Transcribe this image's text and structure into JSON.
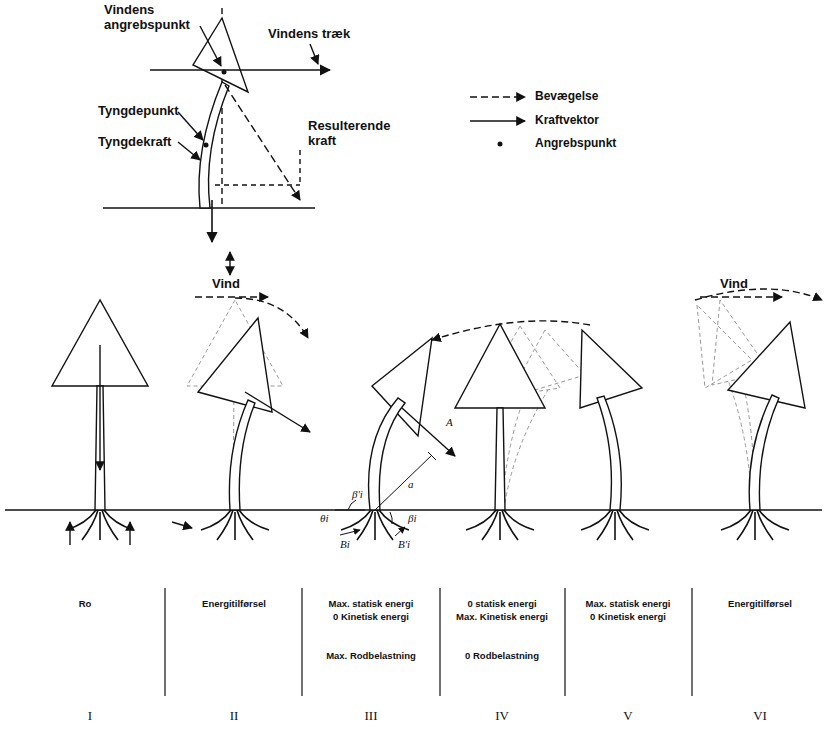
{
  "diagram": {
    "labels": [
      "Vindens angrebspunkt",
      "Vindens træk",
      "Tyngdepunkt",
      "Resulterende kraft",
      "Tyngdekraft",
      "Vind",
      "Vind",
      "Ro",
      "Energitilførsel",
      "Max. statisk energi",
      "0 Kinetisk energi",
      "Max. Rodbelastning",
      "0 statisk energi",
      "Max. Kinetisk energi",
      "0 Rodbelastning",
      "Max. statisk energi",
      "0 Kinetisk energi",
      "Energitilførsel",
      "I",
      "II",
      "III",
      "IV",
      "V",
      "VI",
      "A",
      "a",
      "β'i",
      "θi",
      "βi",
      "Bi",
      "B'i"
    ],
    "legend": [
      {
        "text": "Bevægelse"
      },
      {
        "text": "Kraftvektor"
      },
      {
        "text": "Angrebspunkt"
      }
    ]
  }
}
